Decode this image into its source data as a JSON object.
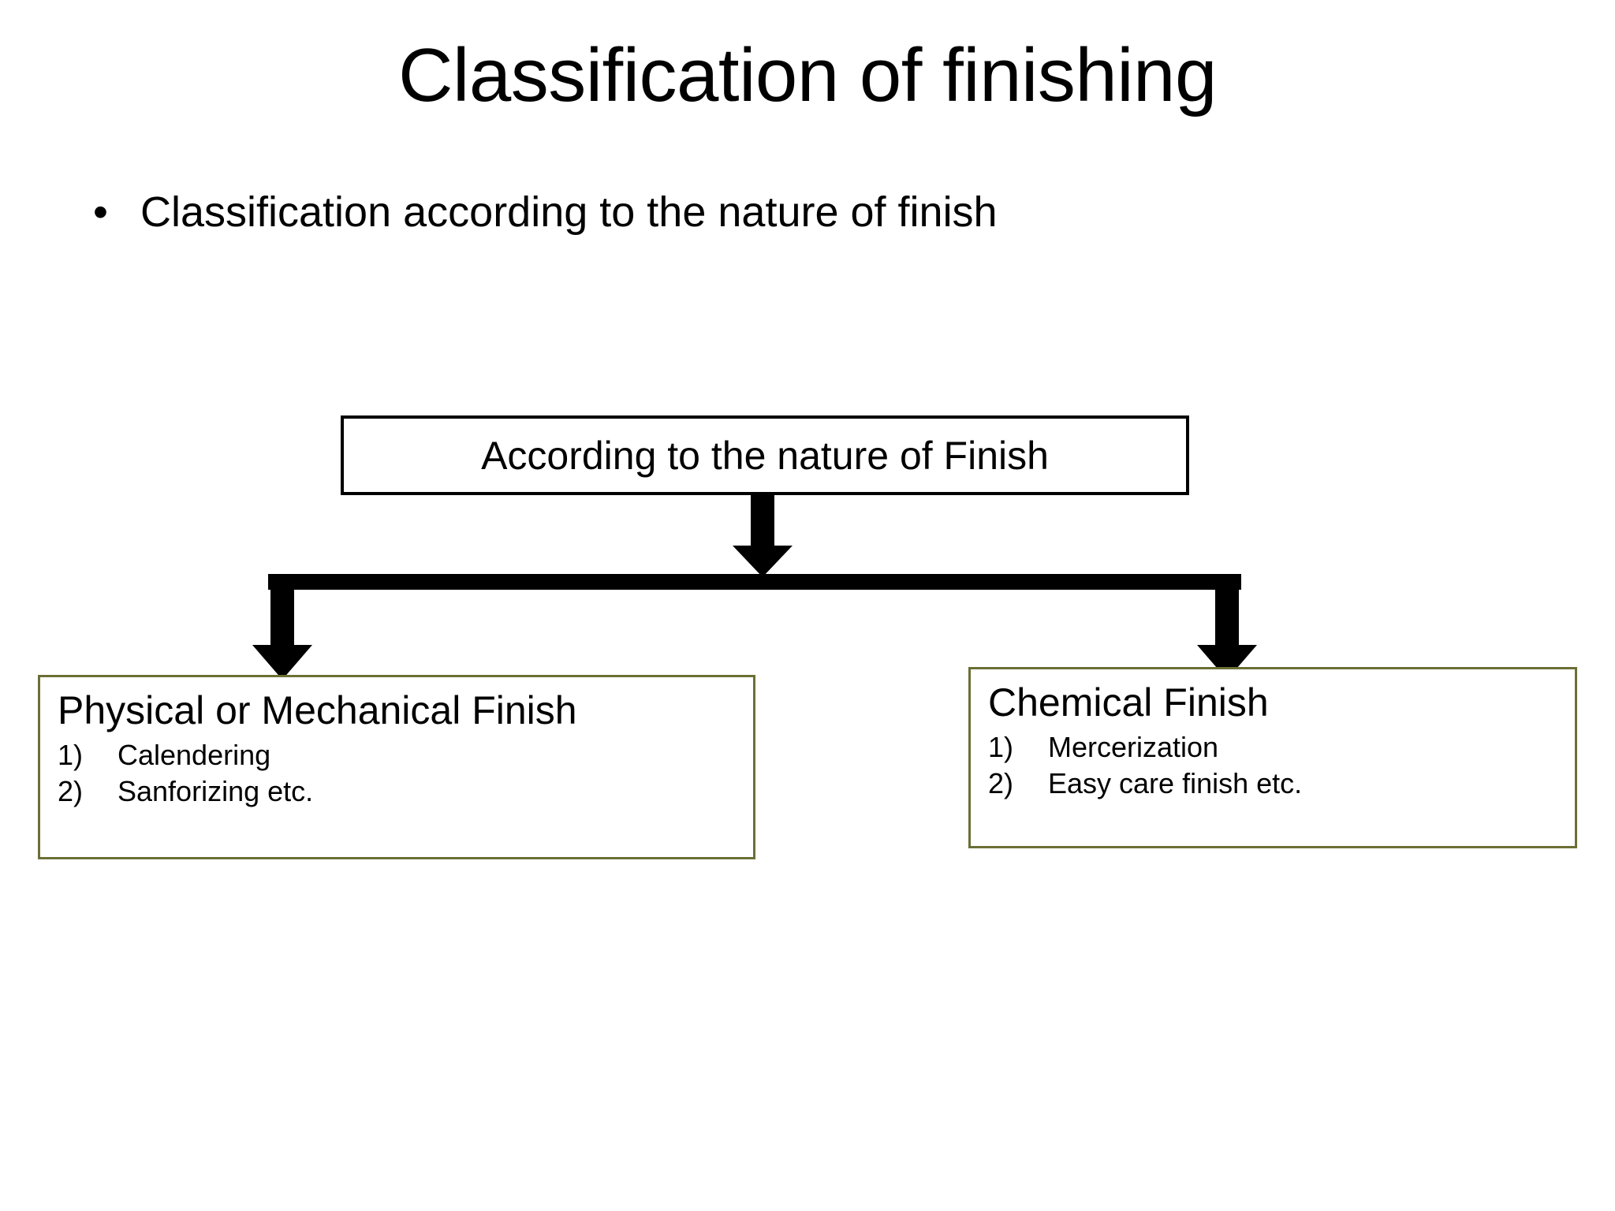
{
  "slide": {
    "title": "Classification of finishing",
    "background_color": "#ffffff",
    "bullets": [
      {
        "marker": "•",
        "text": "Classification according to the nature of finish"
      }
    ]
  },
  "diagram": {
    "type": "flowchart",
    "root": {
      "label": "According to the nature of Finish",
      "border_color": "#000000",
      "fill_color": "#ffffff"
    },
    "connector_color": "#000000",
    "children": [
      {
        "title": "Physical or Mechanical Finish",
        "border_color": "#6b6f35",
        "fill_color": "#ffffff",
        "items": [
          {
            "number": "1)",
            "label": "Calendering"
          },
          {
            "number": "2)",
            "label": "Sanforizing etc."
          }
        ]
      },
      {
        "title": "Chemical Finish",
        "border_color": "#6b6f35",
        "fill_color": "#ffffff",
        "items": [
          {
            "number": "1)",
            "label": "Mercerization"
          },
          {
            "number": "2)",
            "label": "Easy care finish etc."
          }
        ]
      }
    ]
  }
}
